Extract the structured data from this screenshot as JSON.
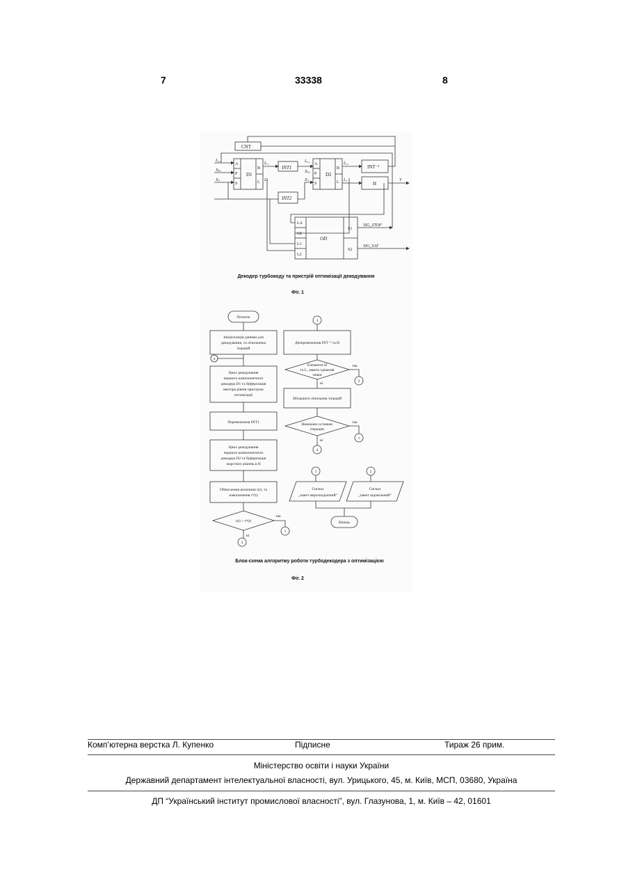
{
  "header": {
    "left_page": "7",
    "patent_number": "33338",
    "right_page": "8"
  },
  "figure1": {
    "blocks": {
      "cnt": "CNT",
      "d1": "D1",
      "int1": "INT1",
      "d2": "D2",
      "int_inv": "INT⁻¹",
      "h": "H",
      "int2": "INT2",
      "od": "OD"
    },
    "ports": {
      "a": "A",
      "p": "P",
      "s": "S",
      "b": "B",
      "l": "L",
      "la": "LA",
      "le": "LE",
      "l1": "L1",
      "l2": "L2",
      "s1": "S1",
      "s2": "S2"
    },
    "signals": {
      "la_in": "Lₐ₁",
      "xp1": "Xₚ₁",
      "xs": "Xₛ",
      "le1": "Lₑ₁",
      "l1": "L₁",
      "la2": "Lₐ₂",
      "xp2": "Xₚ₂",
      "xs2": "Xₛ",
      "le2": "Lₑ₂",
      "l2": "L₂",
      "y": "Y",
      "sig_stop": "SIG_STOP",
      "sig_sat": "SIG_SAT"
    },
    "caption": "Декодер турбокоду та пристрій оптимізації декодування",
    "label": "Фіг. 1"
  },
  "figure2": {
    "start": "Початок",
    "init": [
      "Ініціалізація даними для",
      "декодування, та лічильника",
      "ітерацій"
    ],
    "decode1": [
      "Цикл декодування",
      "першого компонентного",
      "декодера D1 та буферизація",
      "вектора рівнів пристрою",
      "оптимізації"
    ],
    "interleave": "Перемеження INT1",
    "decode2": [
      "Цикл декодування",
      "першого компонентного",
      "декодера D2 та буферизація",
      "жорстких рішень в H"
    ],
    "compute": [
      "Обчислення величини r(t), та",
      "накопичення r*(t)"
    ],
    "decision1": "r(t) > r*(t)",
    "deinterleave": "Деперемеження INT⁻¹ та H",
    "decision2": [
      "Елементи H",
      "та L₁ мають однакові",
      "знаки"
    ],
    "increment": "Збільшити лічильник ітерацій",
    "decision3": [
      "Виконано останню",
      "ітерацію"
    ],
    "signal1": [
      "Сигнал",
      "„пакет нерозподілений”"
    ],
    "signal2": [
      "Сигнал",
      "„пакет задовільний”"
    ],
    "end": "Кінець",
    "yes": "так",
    "no": "ні",
    "connectors": {
      "c1": "1",
      "c2": "2",
      "c3": "3",
      "c4": "4"
    },
    "caption": "Блок-схема алгоритму роботи турбодекодера з оптимізацією",
    "label": "Фіг. 2"
  },
  "footer": {
    "typesetting": "Комп’ютерна верстка Л. Купенко",
    "signed": "Підписне",
    "circulation": "Тираж 26 прим.",
    "ministry": "Міністерство освіти і науки України",
    "department": "Державний департамент інтелектуальної власності, вул. Урицького, 45, м. Київ, МСП, 03680, Україна",
    "publisher": "ДП “Український інститут промислової власності”, вул. Глазунова, 1, м. Київ – 42, 01601"
  }
}
